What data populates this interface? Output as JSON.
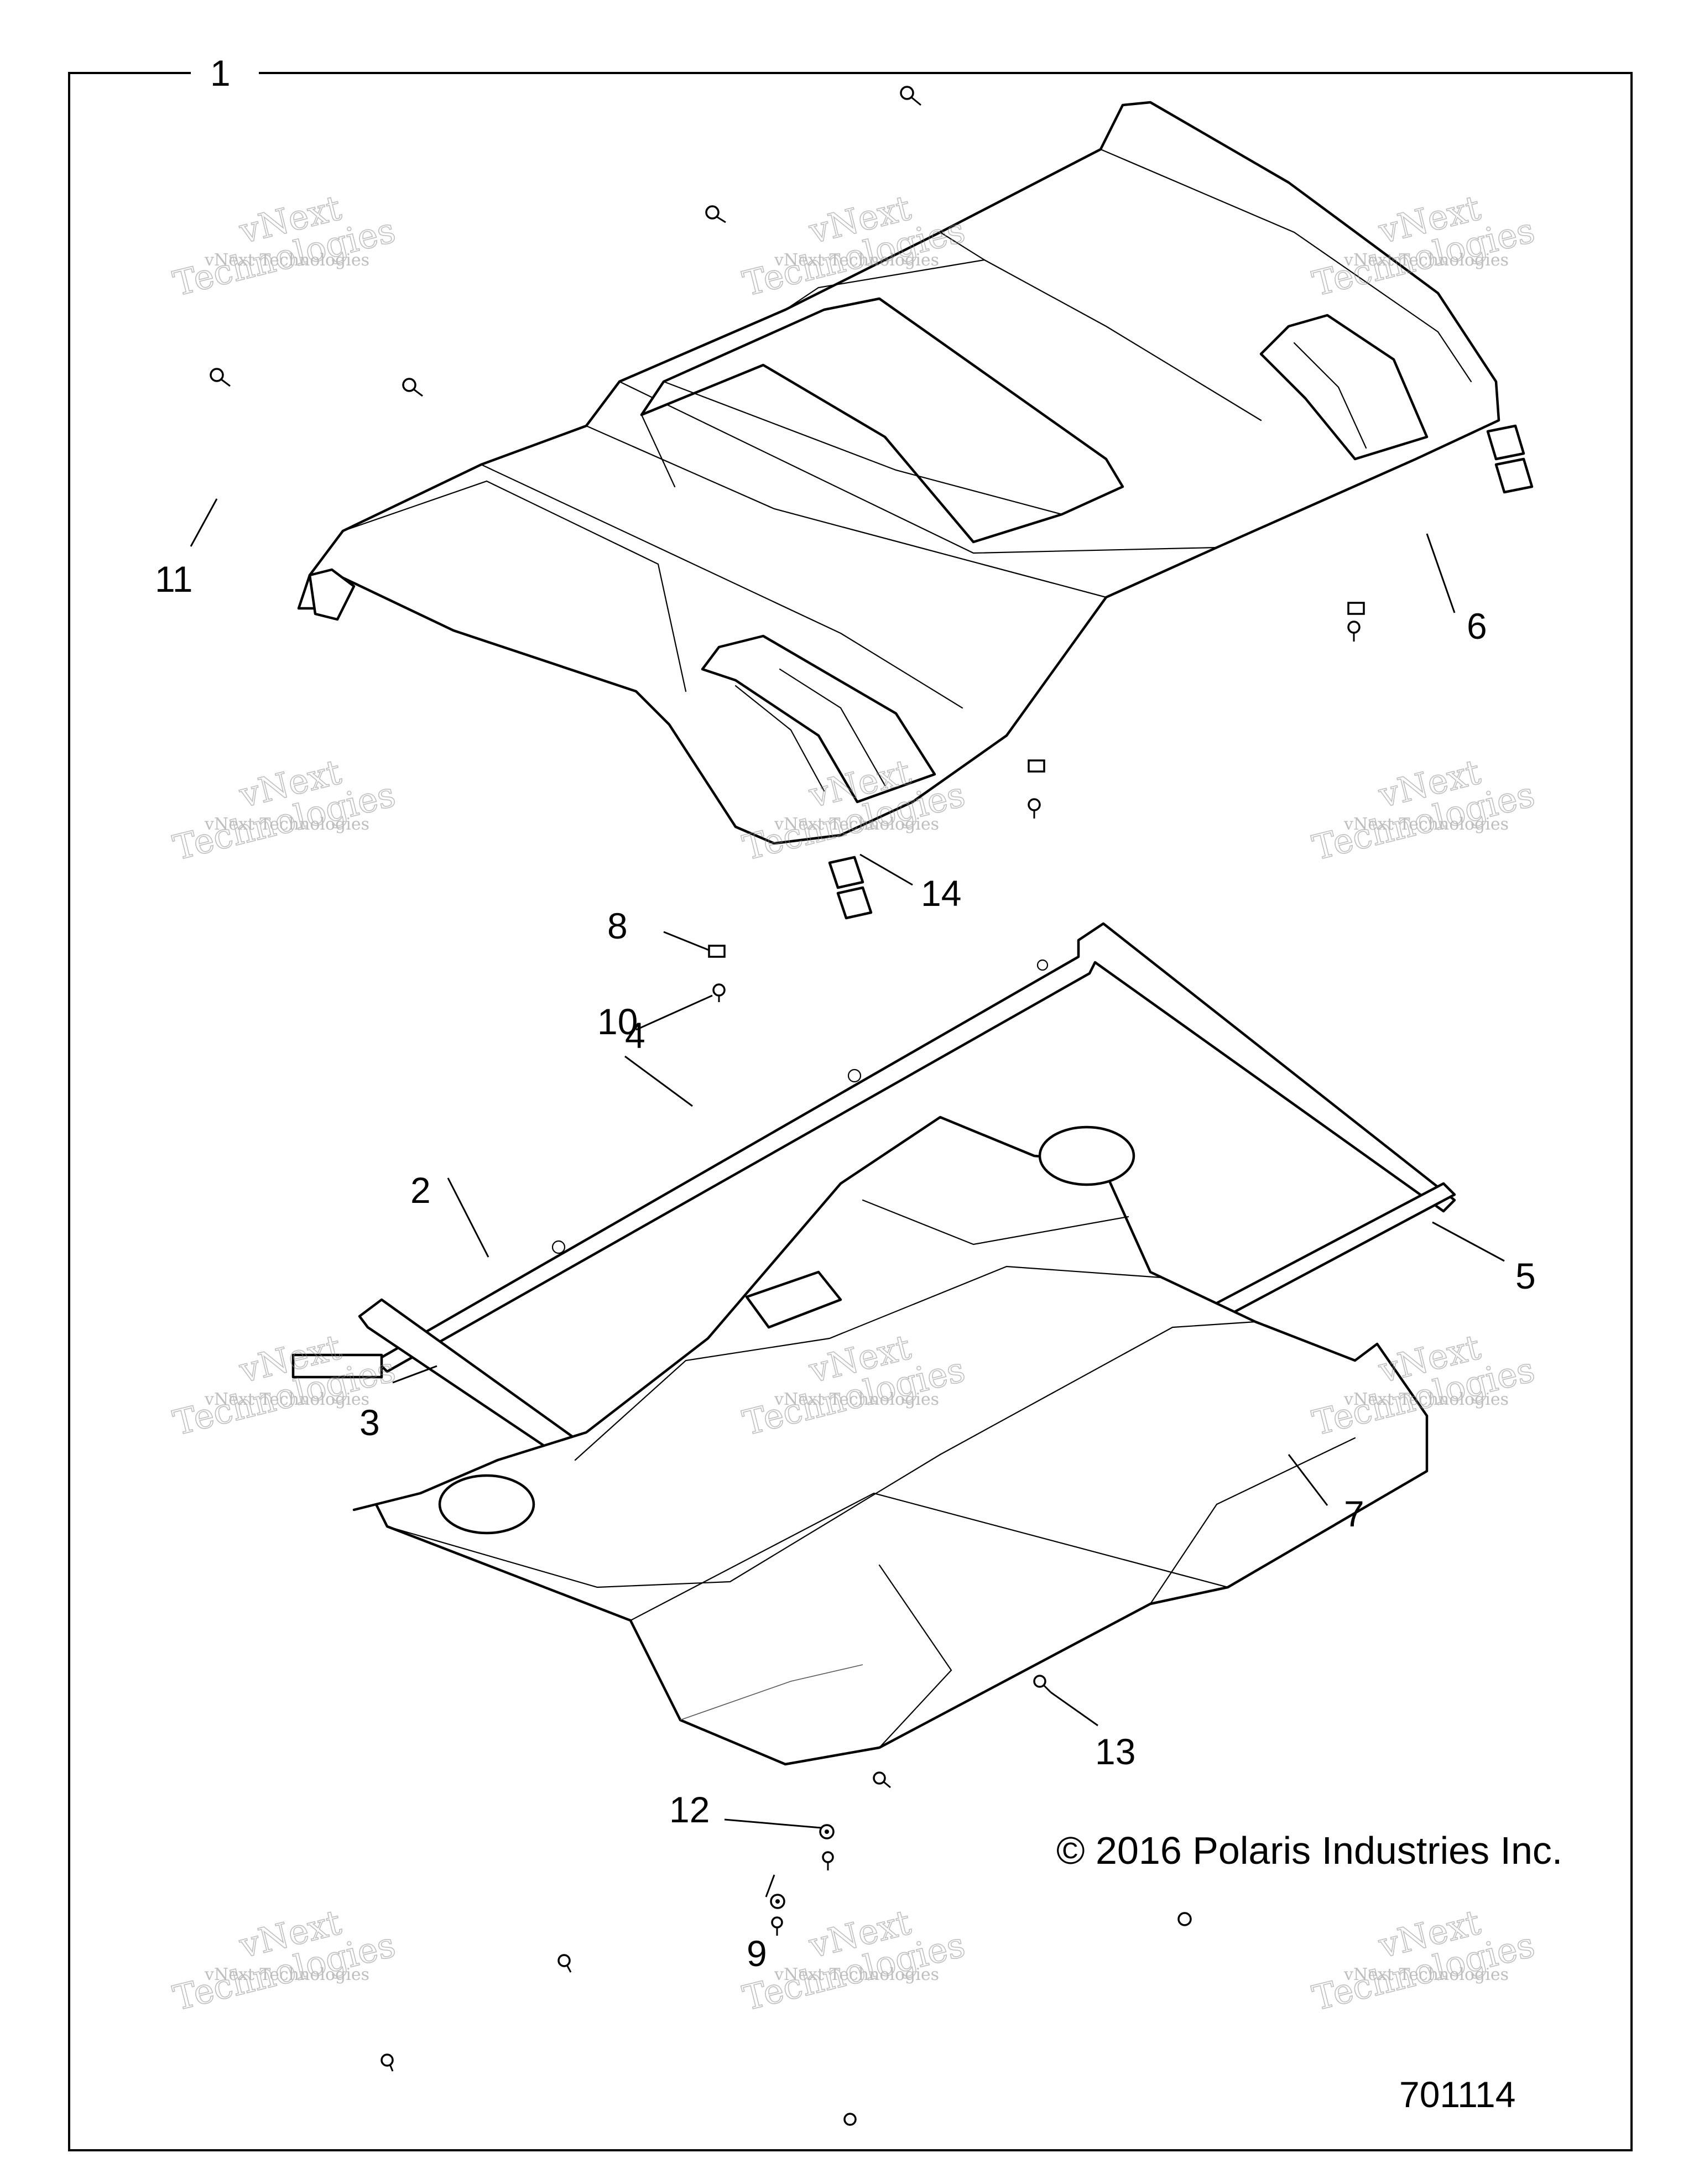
{
  "callouts": [
    {
      "id": "1",
      "label": "1"
    },
    {
      "id": "2",
      "label": "2"
    },
    {
      "id": "3",
      "label": "3"
    },
    {
      "id": "4",
      "label": "4"
    },
    {
      "id": "5",
      "label": "5"
    },
    {
      "id": "6",
      "label": "6"
    },
    {
      "id": "7",
      "label": "7"
    },
    {
      "id": "8",
      "label": "8"
    },
    {
      "id": "9",
      "label": "9"
    },
    {
      "id": "10",
      "label": "10"
    },
    {
      "id": "11",
      "label": "11"
    },
    {
      "id": "12",
      "label": "12"
    },
    {
      "id": "13",
      "label": "13"
    },
    {
      "id": "14",
      "label": "14"
    }
  ],
  "copyright": "© 2016 Polaris Industries Inc.",
  "diagram_code": "701114",
  "watermark": {
    "line1": "vNext",
    "line2": "vNext Technologies",
    "line3": "Technologies"
  }
}
